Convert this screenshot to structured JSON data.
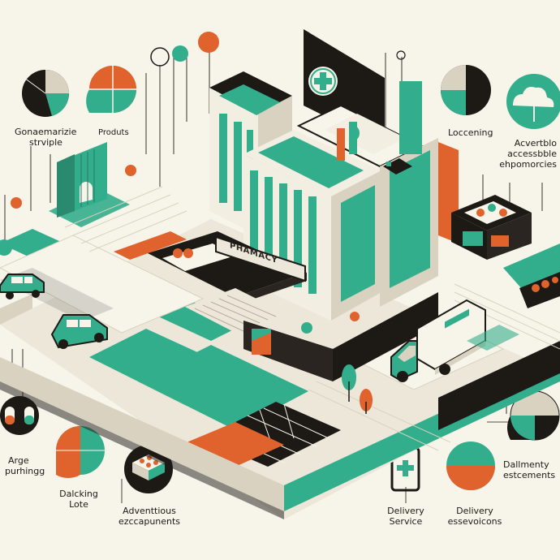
{
  "sign": {
    "text": "PHAMACY"
  },
  "labels": {
    "top_left": [
      "Gonaemarizie",
      "strviple"
    ],
    "products": "Produts",
    "licensing": "Loccening",
    "accessible": [
      "Acvertblo",
      "accessbble",
      "ehpomorcies"
    ],
    "parking": [
      "Arge",
      "purhingg"
    ],
    "parking_lots": [
      "Dalcking",
      "Lote"
    ],
    "advent": [
      "Adventtious",
      "ezccapunents"
    ],
    "delivery_service": [
      "Delivery",
      "Service"
    ],
    "delivery_ess": [
      "Delivery",
      "essevoicons"
    ],
    "delivery_est": [
      "Dallmenty",
      "estcements"
    ]
  },
  "colors": {
    "background": "#f7f4ea",
    "teal": "#33ae8c",
    "dark": "#1d1a16",
    "orange": "#e0622c",
    "beige": "#d9d2c0"
  },
  "icons": [
    "pharmacy-cross-icon",
    "car-icon",
    "delivery-van-icon",
    "phone-icon",
    "pill-icon",
    "tree-icon",
    "pie-chart-icon"
  ]
}
